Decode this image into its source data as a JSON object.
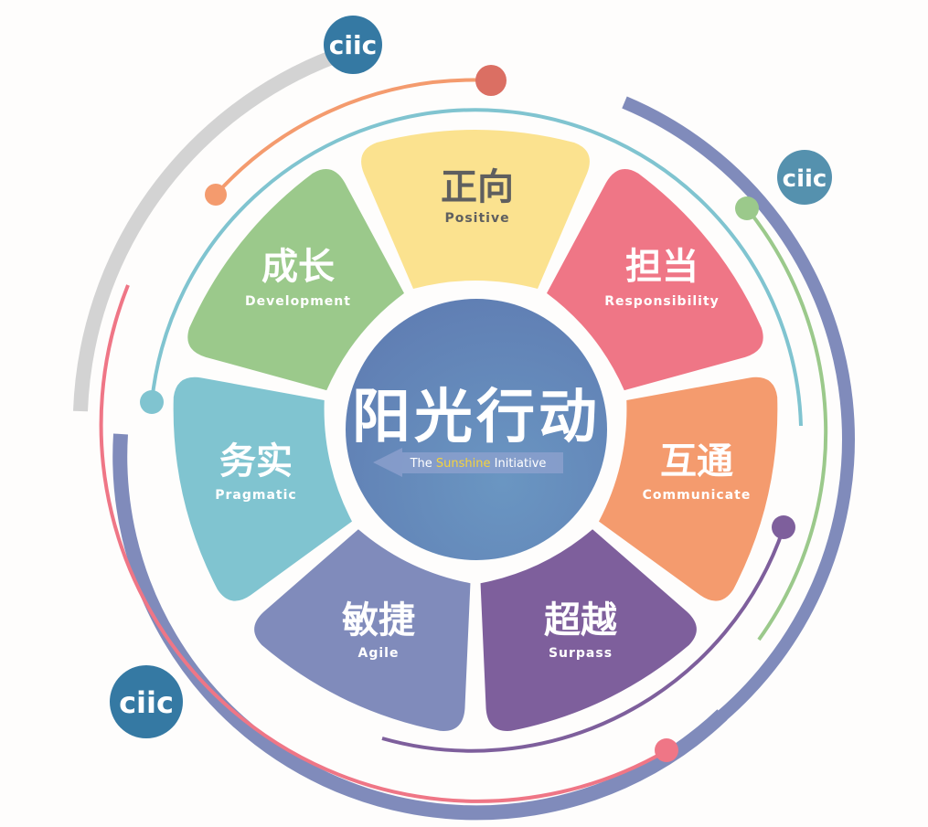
{
  "title": {
    "main": "阳光行动",
    "subtitle_prefix": "The ",
    "subtitle_highlight": "Sunshine",
    "subtitle_suffix": " Initiative"
  },
  "logo": {
    "text": "ciic"
  },
  "petals": [
    {
      "cn": "正向",
      "en": "Positive",
      "color": "#fbe28f",
      "text_color": "#5f5f5f"
    },
    {
      "cn": "担当",
      "en": "Responsibility",
      "color": "#ef7686",
      "text_color": "#ffffff"
    },
    {
      "cn": "互通",
      "en": "Communicate",
      "color": "#f49b6e",
      "text_color": "#ffffff"
    },
    {
      "cn": "超越",
      "en": "Surpass",
      "color": "#7e5f9c",
      "text_color": "#ffffff"
    },
    {
      "cn": "敏捷",
      "en": "Agile",
      "color": "#808bbb",
      "text_color": "#ffffff"
    },
    {
      "cn": "务实",
      "en": "Pragmatic",
      "color": "#80c4d0",
      "text_color": "#ffffff"
    },
    {
      "cn": "成长",
      "en": "Development",
      "color": "#9bc98b",
      "text_color": "#ffffff"
    }
  ],
  "colors": {
    "center": "#6383b5",
    "logo": "#3579a3",
    "logo_alt": "#5591ae",
    "highlight": "#f6d33c",
    "gray_arc": "#d3d3d3",
    "blue_arc": "#808bbb",
    "teal_arc": "#80c4d0",
    "orange_arc": "#f49b6e",
    "red_dot": "#db6f63",
    "pink_arc": "#ef7686",
    "green_arc": "#9bc98b",
    "purple_arc": "#7e5f9c"
  }
}
